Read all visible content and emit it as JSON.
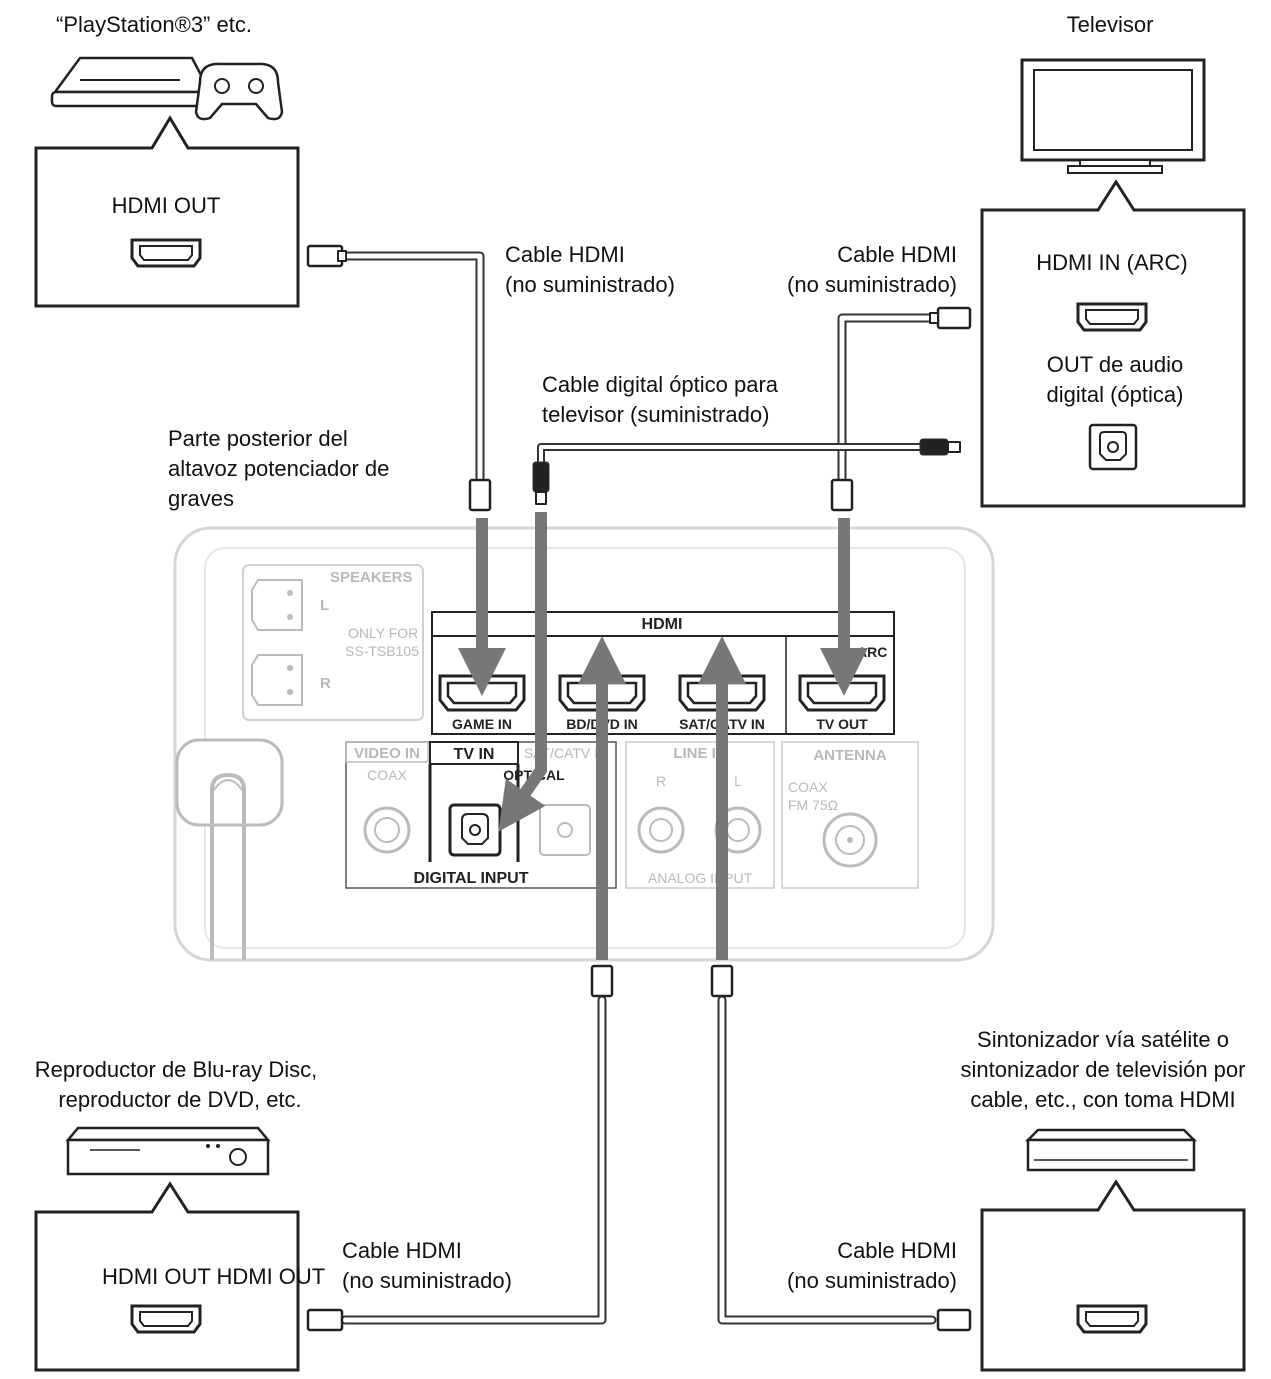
{
  "devices": {
    "ps3": {
      "name": "“PlayStation®3” etc.",
      "port": "HDMI OUT"
    },
    "tv": {
      "name": "Televisor",
      "port_hdmi": "HDMI IN (ARC)",
      "port_optical_1": "OUT de audio",
      "port_optical_2": "digital (óptica)"
    },
    "bluray": {
      "name_1": "Reproductor de Blu-ray Disc,",
      "name_2": "reproductor de DVD, etc.",
      "port": "HDMI OUT HDMI OUT"
    },
    "sat": {
      "name_1": "Sintonizador vía satélite o",
      "name_2": "sintonizador de televisión por",
      "name_3": "cable, etc., con toma HDMI"
    }
  },
  "cables": {
    "hdmi_1": "Cable HDMI",
    "hdmi_2": "(no suministrado)",
    "optical_1": "Cable digital óptico para",
    "optical_2": "televisor (suministrado)"
  },
  "subwoofer": {
    "label_1": "Parte posterior del",
    "label_2": "altavoz potenciador de",
    "label_3": "graves",
    "speakers": "SPEAKERS",
    "speaker_l": "L",
    "speaker_r": "R",
    "only_for_1": "ONLY FOR",
    "only_for_2": "SS-TSB105",
    "hdmi_header": "HDMI",
    "game_in": "GAME IN",
    "bd_dvd_in": "BD/DVD IN",
    "sat_tv_in": "SAT/CATV IN",
    "tv_out": "TV OUT",
    "arc": "ARC",
    "video_in": "VIDEO IN",
    "tv_in": "TV IN",
    "sat_catv": "SAT/CATV IN",
    "coax": "COAX",
    "optical": "OPTICAL",
    "digital_input": "DIGITAL INPUT",
    "line_in": "LINE IN",
    "ch_r": "R",
    "ch_l": "L",
    "analog_input": "ANALOG INPUT",
    "antenna": "ANTENNA",
    "coax_fm_1": "COAX",
    "coax_fm_2": "FM 75Ω"
  }
}
